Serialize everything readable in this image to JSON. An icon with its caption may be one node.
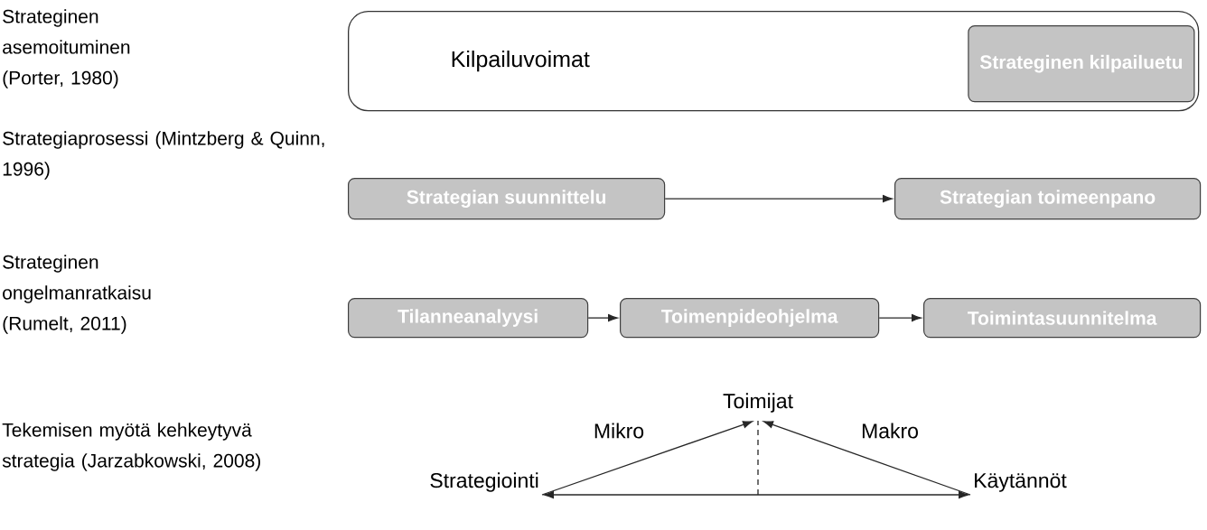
{
  "diagram": {
    "nodes": [
      {
        "text": [
          "Kilpailuvoimat"
        ]
      },
      {
        "text": [
          "Strateginen kilpailuetu"
        ],
        "in": 0
      },
      {
        "text": [
          "Strategian suunnittelu"
        ]
      },
      {
        "text": [
          "Strategian toimeenpano"
        ]
      },
      {
        "text": [
          "Tilanneanalyysi"
        ]
      },
      {
        "text": [
          "Toimenpideohjelma"
        ]
      },
      {
        "text": [
          "Toimintasuunnitelma"
        ]
      },
      {
        "text": [
          "Toimijat"
        ]
      },
      {
        "text": [
          "Strategiointi"
        ]
      },
      {
        "text": [
          "Käytännöt"
        ]
      }
    ],
    "edges": [
      {
        "from": 2,
        "to": 3,
        "arrow": "to"
      },
      {
        "from": 4,
        "to": 5,
        "arrow": "to"
      },
      {
        "from": 5,
        "to": 6,
        "arrow": "to"
      },
      {
        "from": 8,
        "to": 7,
        "arrow": "to",
        "label": "Mikro"
      },
      {
        "from": 9,
        "to": 7,
        "arrow": "to",
        "label": "Makro"
      },
      {
        "from": 8,
        "to": 9,
        "arrow": "both"
      },
      {
        "from": null,
        "to": 7,
        "arrow": "none",
        "style": "dashed"
      }
    ],
    "labels": [
      "Strateginen asemoituminen (Porter, 1980)",
      "Strategiaprosessi (Mintzberg & Quinn, 1996)",
      "Strateginen ongelmanratkaisu (Rumelt, 2011)",
      "Tekemisen myötä kehkeytyvä strategia (Jarzabkowski, 2008)"
    ]
  }
}
